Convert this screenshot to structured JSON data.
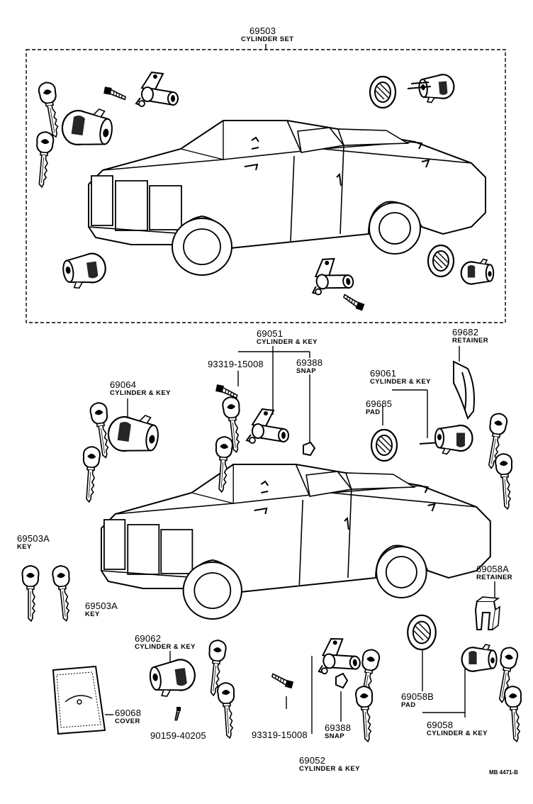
{
  "labels": {
    "cyl_set": {
      "num": "69503",
      "name": "CYLINDER SET"
    },
    "lf_ck": {
      "num": "69064",
      "name": "CYLINDER & KEY"
    },
    "door_ck": {
      "num": "69051",
      "name": "CYLINDER & KEY"
    },
    "screw_top": {
      "num": "93319-15008"
    },
    "snap_top": {
      "num": "69388",
      "name": "SNAP"
    },
    "retainer_top": {
      "num": "69682",
      "name": "RETAINER"
    },
    "rt_ck": {
      "num": "69061",
      "name": "CYLINDER & KEY"
    },
    "pad_top": {
      "num": "69685",
      "name": "PAD"
    },
    "key_a": {
      "num": "69503A",
      "name": "KEY"
    },
    "key_b": {
      "num": "69503A",
      "name": "KEY"
    },
    "retainer_bot": {
      "num": "69058A",
      "name": "RETAINER"
    },
    "ign_ck": {
      "num": "69062",
      "name": "CYLINDER & KEY"
    },
    "cover": {
      "num": "69068",
      "name": "COVER"
    },
    "bolt": {
      "num": "90159-40205"
    },
    "pad_bot": {
      "num": "69058B",
      "name": "PAD"
    },
    "trunk_ck": {
      "num": "69058",
      "name": "CYLINDER & KEY"
    },
    "screw_bot": {
      "num": "93319-15008"
    },
    "snap_bot": {
      "num": "69388",
      "name": "SNAP"
    },
    "bot_ck": {
      "num": "69052",
      "name": "CYLINDER & KEY"
    }
  },
  "diagram_ref": "MB 4471-B",
  "icons": [
    "key-icon",
    "lock-cylinder-icon",
    "car-outline-icon",
    "screw-icon",
    "snap-clip-icon",
    "retainer-clip-icon",
    "pad-ring-icon",
    "key-cover-icon"
  ],
  "colors": {
    "ink": "#000000",
    "paper": "#ffffff"
  }
}
